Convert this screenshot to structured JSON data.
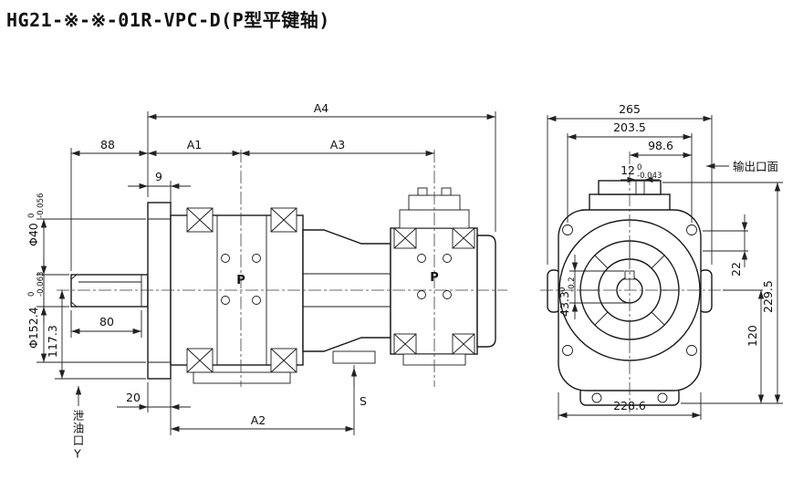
{
  "title": "HG21-※-※-01R-VPC-D(P型平键轴)",
  "side_view": {
    "dim_a4": "A4",
    "dim_88": "88",
    "dim_a1": "A1",
    "dim_a3": "A3",
    "dim_9": "9",
    "dim_phi40": {
      "main": "Φ40",
      "sup": "0",
      "sub": "-0.056"
    },
    "dim_phi152_4": {
      "main": "Φ152.4",
      "sup": "0",
      "sub": "-0.063"
    },
    "dim_117_3": "117.3",
    "dim_80": "80",
    "dim_20": "20",
    "dim_a2": "A2",
    "dim_s": "S",
    "port_p_front": "P",
    "port_p_rear": "P",
    "drain_port_label": "泄油口Y"
  },
  "front_view": {
    "dim_265": "265",
    "dim_203_5": "203.5",
    "dim_98_6": "98.6",
    "dim_12": {
      "main": "12",
      "sup": "0",
      "sub": "-0.043"
    },
    "outlet_face_label": "输出口面",
    "dim_22": "22",
    "dim_229_5": "229.5",
    "dim_43_3": {
      "main": "43.3",
      "sup": "0",
      "sub": "-0.2"
    },
    "dim_120": "120",
    "dim_228_6": "228.6"
  }
}
